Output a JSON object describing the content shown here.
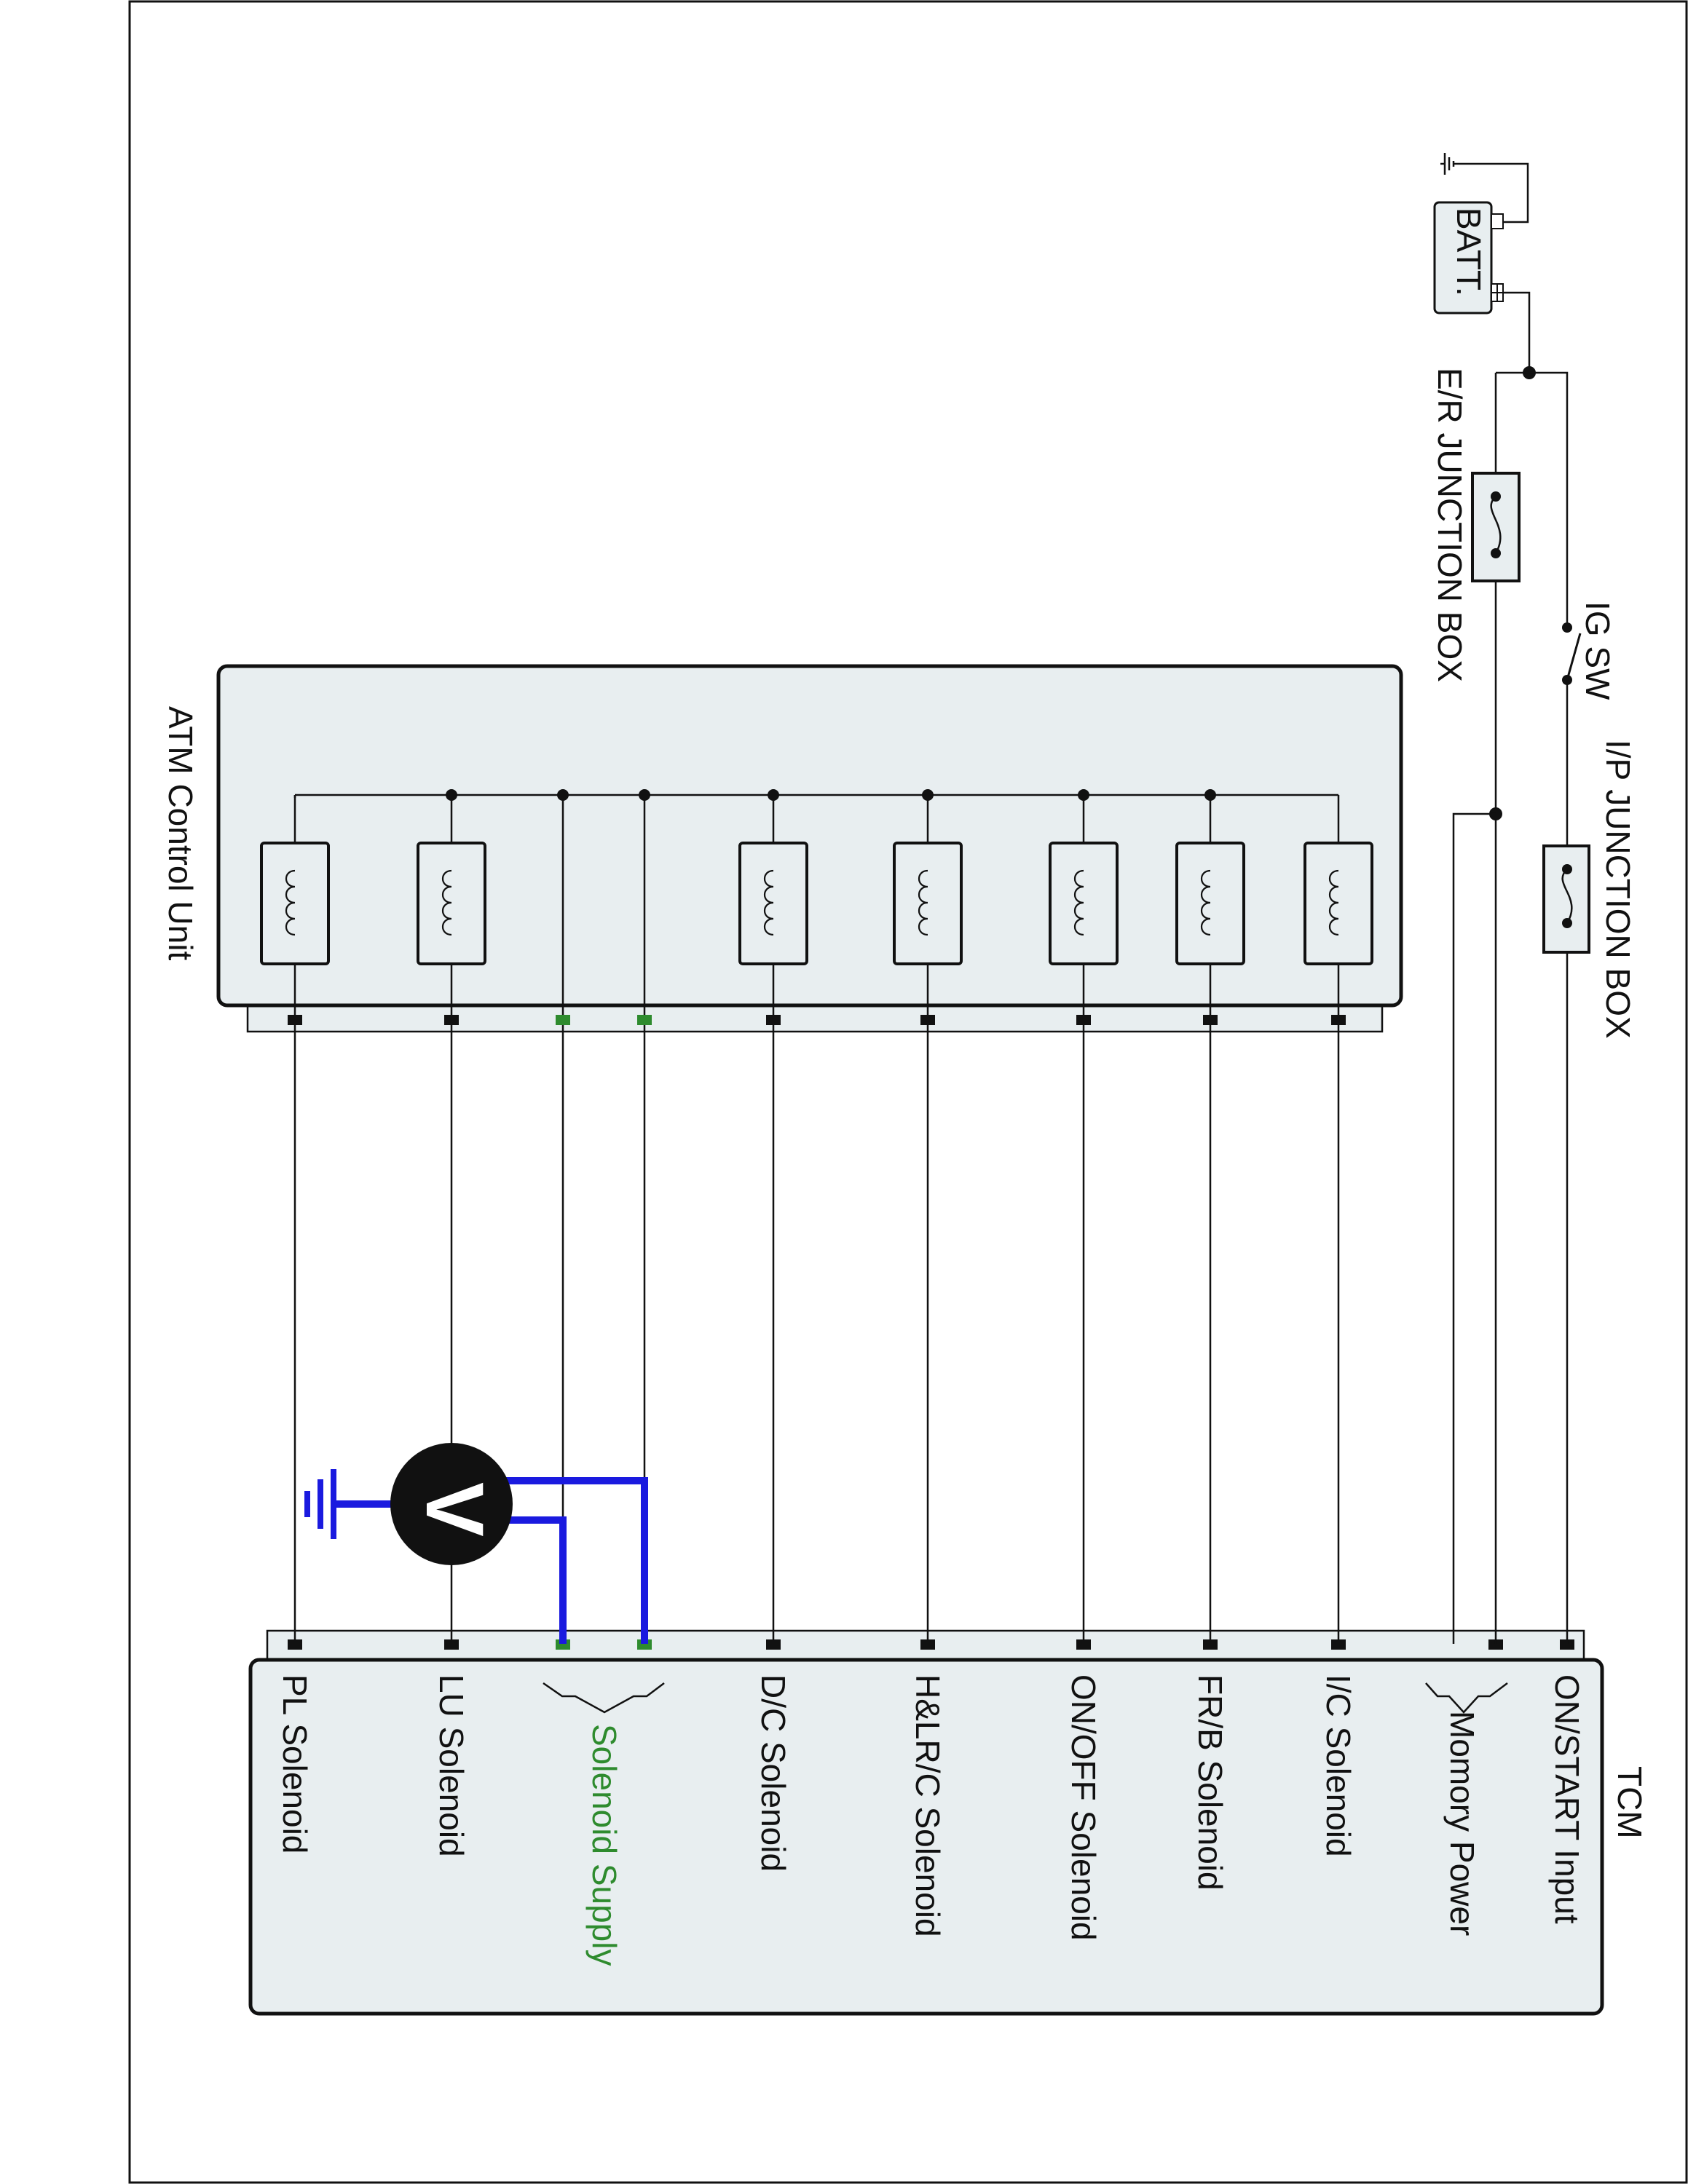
{
  "labels": {
    "battery": "BATT.",
    "er_junction_box": "E/R JUNCTION BOX",
    "ig_switch": "IG SW",
    "ip_junction_box": "I/P JUNCTION BOX",
    "atm_control_unit": "ATM Control Unit",
    "tcm": "TCM",
    "voltmeter": "V"
  },
  "tcm_pins": [
    {
      "label": "ON/START Input"
    },
    {
      "label": "Momory Power"
    },
    {
      "label": "I/C Solenoid"
    },
    {
      "label": "FR/B Solenoid"
    },
    {
      "label": "ON/OFF Solenoid"
    },
    {
      "label": "H&LR/C Solenoid"
    },
    {
      "label": "D/C Solenoid"
    },
    {
      "label": "Solenoid Supply"
    },
    {
      "label": "LU Solenoid"
    },
    {
      "label": "PL Solenoid"
    }
  ],
  "colors": {
    "wire": "#111111",
    "box_fill": "#e8eef0",
    "measurement_lead": "#1a1adf",
    "highlight_pin": "#2e8b2e",
    "highlight_text": "#2e8b2e",
    "voltmeter_fill": "#111111",
    "voltmeter_text": "#ffffff"
  }
}
